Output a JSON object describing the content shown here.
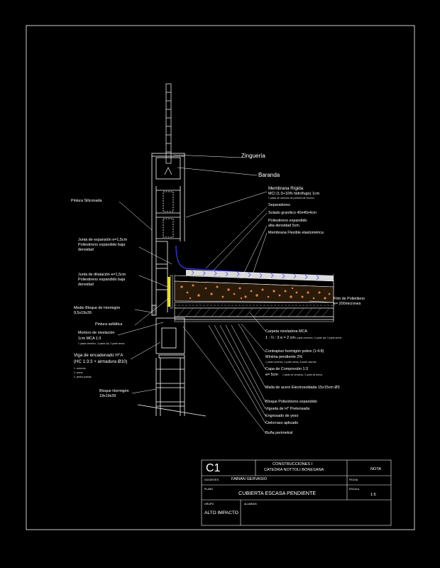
{
  "labels": {
    "zingueria": "Zinguería",
    "baranda": "Baranda",
    "membrana_rigida": "Membrana Rígida",
    "membrana_rigida_spec": "MCI (1:3+10% hidrófugo) 1cm",
    "membrana_rigida_note": "1 pasta de cemento de portland de recurso",
    "separadores": "Separadores",
    "solado": "Solado granítico 40x40x4cm",
    "poliestireno": "Poliestireno expandido",
    "poliestireno_densidad": "alta densidad 5cm",
    "membrana_flexible": "Membrana Flexible elastomérica",
    "pintura_siliconada": "Pintura Siliconada",
    "junta_expansion": "Junta de expansión e=1,5cm",
    "junta_expansion_2": "Poliestireno expandido baja",
    "junta_expansion_3": "densidad",
    "junta_dilatacion": "Junta de dilatación e=1,5cm",
    "junta_dilatacion_2": "Poliestireno expandido baja",
    "junta_dilatacion_3": "densidad",
    "medio_bloque": "Medio Bloque de Hormigón",
    "medio_bloque_dim": "9,5x19x39",
    "pintura_asfaltica": "Pintura asfáltica",
    "mortero": "Mortero de nivelación",
    "mortero_spec": "1cm MCA 1:3",
    "mortero_note": "1 pasta cemento, 3 pasta cal, 3 parte arena",
    "viga": "Viga de encadenado H°A",
    "viga_spec": "(HC 1:3:3 + armadura Ø10)",
    "viga_l1": "1. cemento",
    "viga_l2": "3. arena",
    "viga_l3": "3. piedra partida",
    "bloque": "Bloque Hormigón",
    "bloque_dim": "19x19x39",
    "film": "Film de Polietileno",
    "film_spec": "e= 200micrones",
    "carpeta": "Carpeta niveladora MCA",
    "carpeta_spec": "1 : ¼ : 3 e = 2 cm",
    "carpeta_note": "1 parte cemento, ¼ parte cal, 3 parte arena",
    "contrapiso": "Contrapiso hormigón pobre (1:4:8)",
    "contrapiso_spec": "Mínima pendiente 2%",
    "contrapiso_note": "1 parte cemento, 4 parte arena, 8 parte cascote",
    "capa": "Capa de Compresión 1:3",
    "capa_spec": "e= 5cm",
    "capa_note": "1 parte de cemento, 3 parte de arena",
    "malla": "Malla de acero Electrosoldada 15x15cm Ø3",
    "bloque_eps": "Bloque Poliestireno expandido",
    "vigueta": "Vigueta de H° Pretensada",
    "engrosado": "Engrosado de yeso",
    "cielorraso": "Cielorraso aplicado",
    "buna": "Buña perimetral"
  },
  "titleblock": {
    "code": "C1",
    "org_1": "CONSTRUCCIONES I",
    "org_2": "CATEDRA NOTTOLI BONESANA",
    "nota": "NOTA",
    "docentes_label": "DOCENTES",
    "docentes_value": "FABIAN GERVASIO",
    "fecha_label": "FECHA",
    "plano_label": "PLANO",
    "plano_value": "CUBIERTA ESCASA PENDIENTE",
    "escala_label": "ESCALA",
    "escala_value": "1:5",
    "grupo_label": "GRUPO",
    "alumnos_label": "ALUMNOS",
    "grupo_value": "ALTO IMPACTO"
  },
  "colors": {
    "background": "#000000",
    "lines": "#ffffff",
    "gravel": "#e0853a",
    "insulation": "#e8e000",
    "membrane": "#3a3aff",
    "hatch": "#bbbbbb"
  }
}
